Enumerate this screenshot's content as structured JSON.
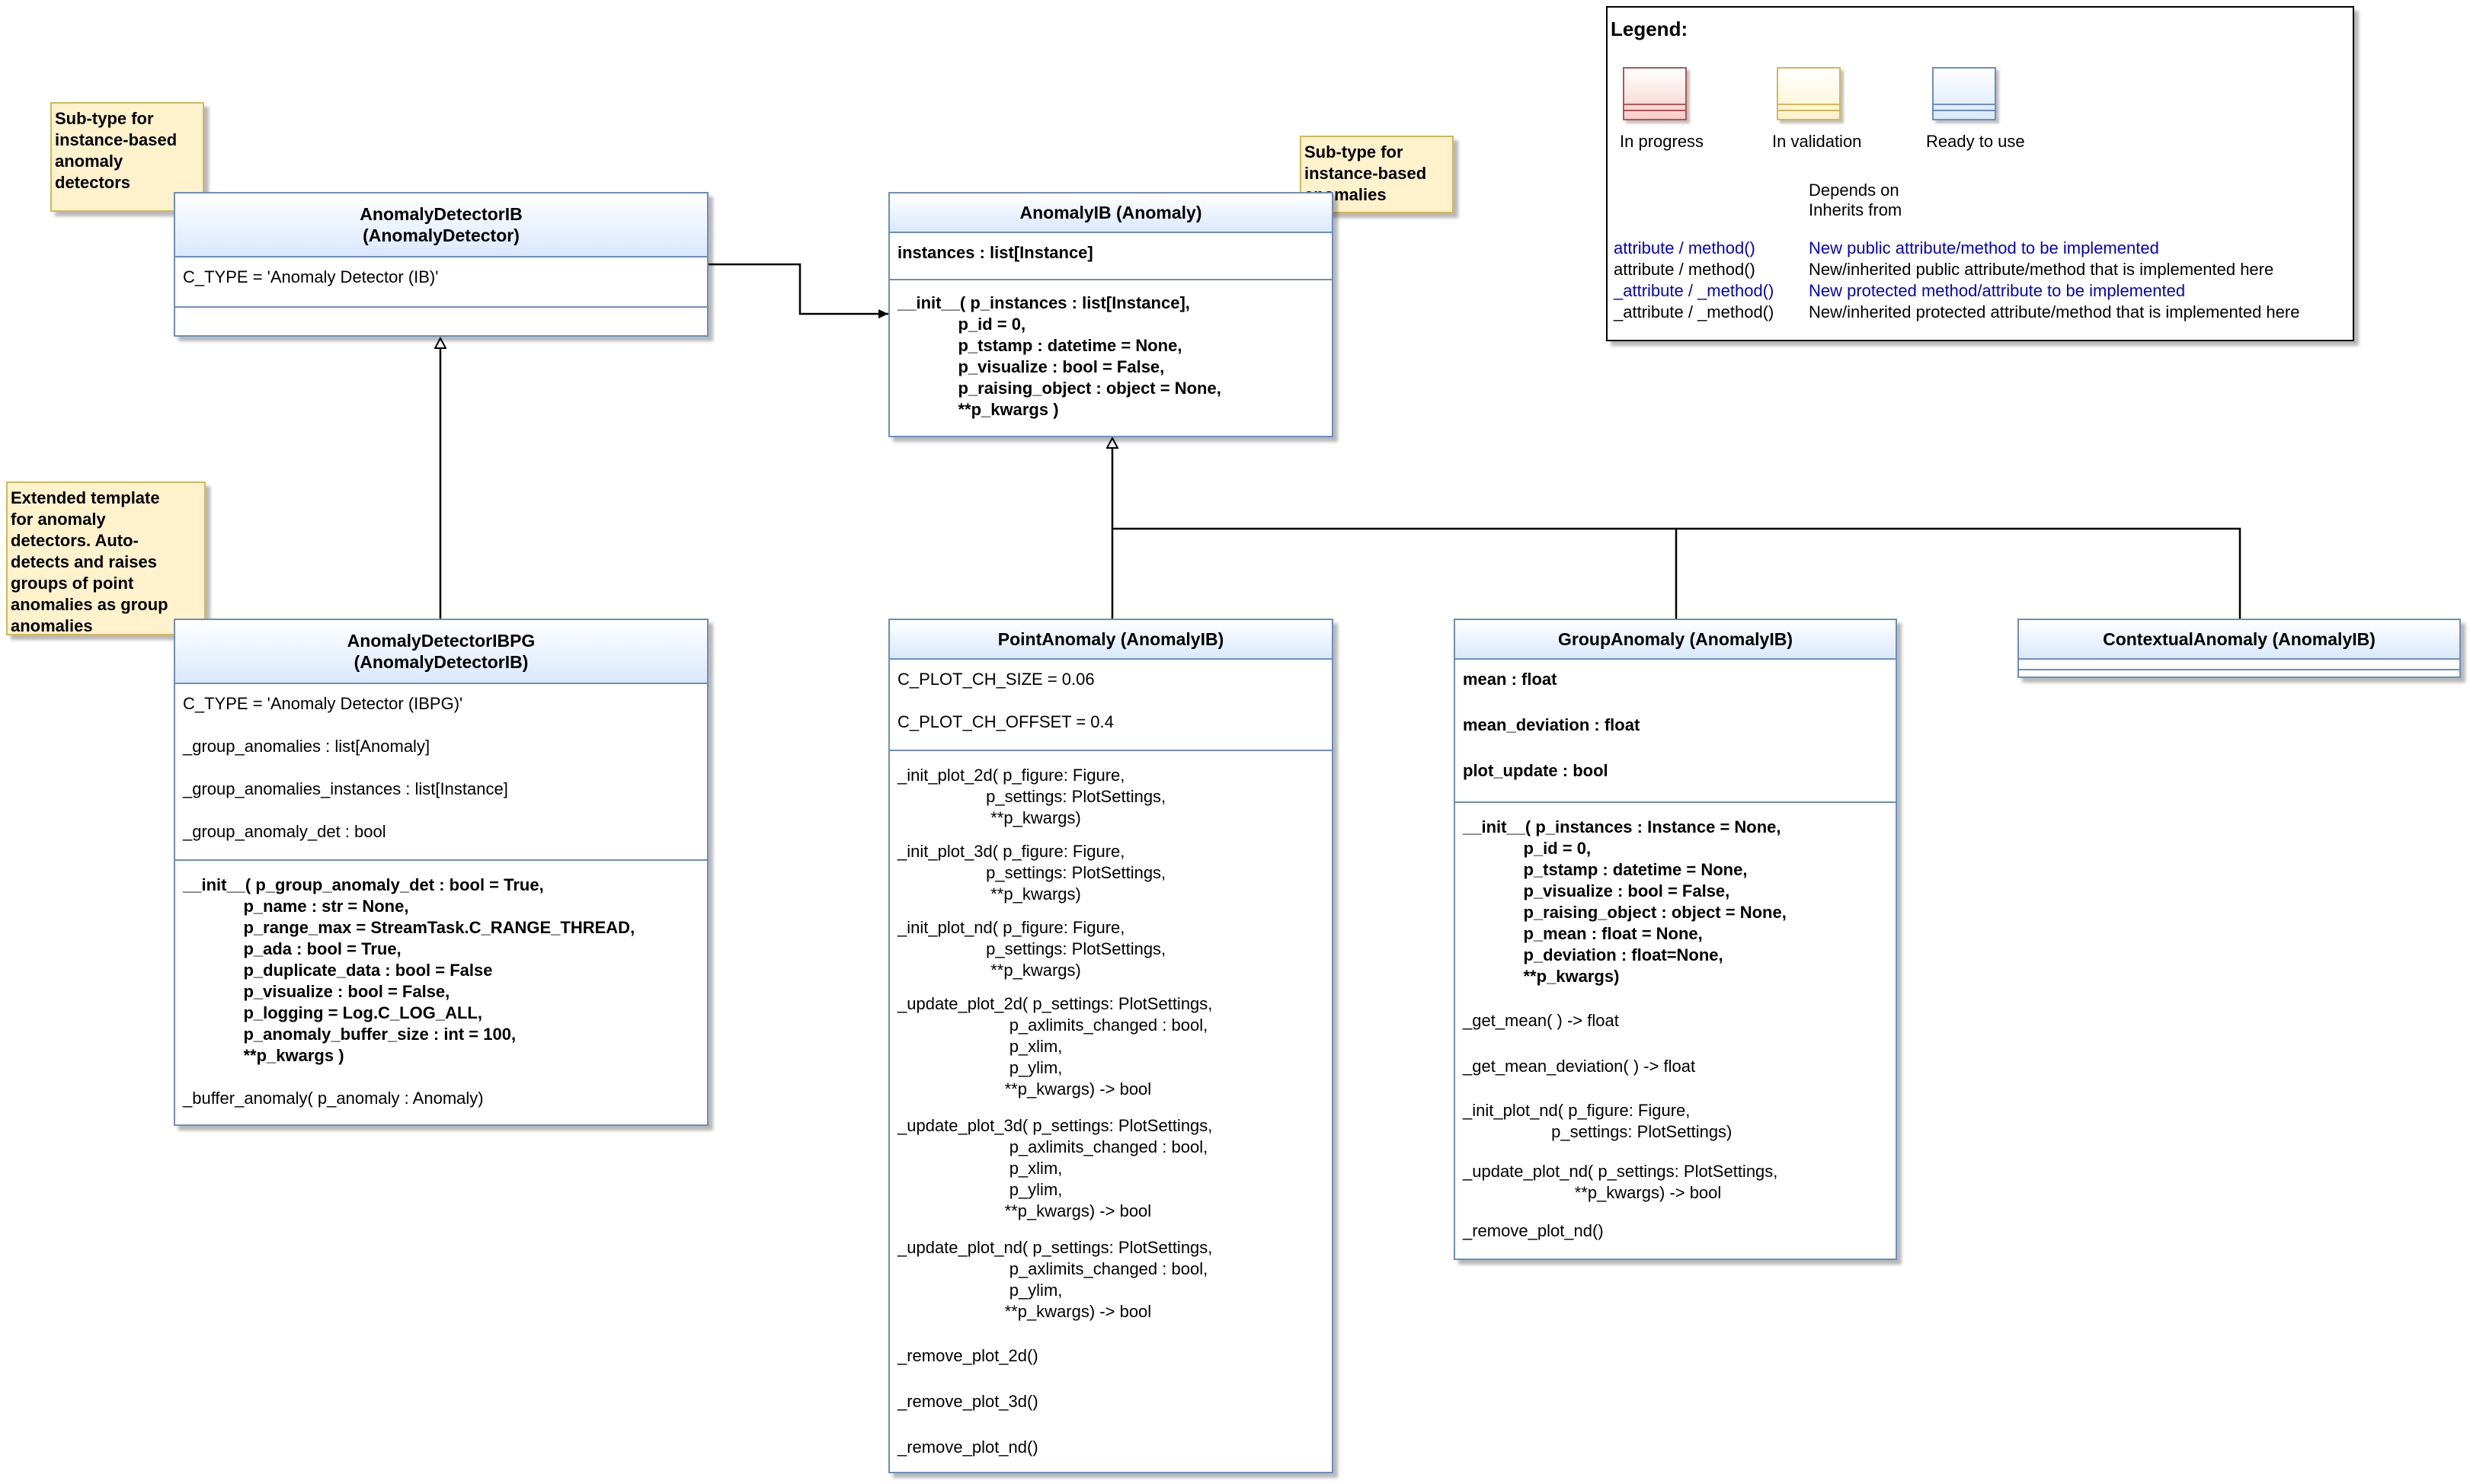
{
  "notes": {
    "note_detector": "Sub-type for\ninstance-based\nanomaly\ndetectors",
    "note_anomaly": "Sub-type for\ninstance-based\nanomalies",
    "note_ibpg": "Extended template\nfor anomaly\ndetectors. Auto-\ndetects and raises\ngroups of point\nanomalies as group\nanomalies"
  },
  "classes": {
    "detector_ib": {
      "name": "AnomalyDetectorIB",
      "parent": "(AnomalyDetector)",
      "attr_ctype": "C_TYPE = 'Anomaly Detector (IB)'"
    },
    "anomaly_ib": {
      "name": "AnomalyIB (Anomaly)",
      "attr_instances": "instances : list[Instance]",
      "init": "__init__( p_instances : list[Instance],\n             p_id = 0,\n             p_tstamp : datetime = None,\n             p_visualize : bool = False,\n             p_raising_object : object = None,\n             **p_kwargs )"
    },
    "detector_ibpg": {
      "name": "AnomalyDetectorIBPG",
      "parent": "(AnomalyDetectorIB)",
      "attr_ctype": "C_TYPE = 'Anomaly Detector (IBPG)'",
      "attr_group_anomalies": "_group_anomalies : list[Anomaly]",
      "attr_group_anomalies_instances": "_group_anomalies_instances : list[Instance]",
      "attr_group_anomaly_det": "_group_anomaly_det : bool",
      "init": "__init__( p_group_anomaly_det : bool = True,\n             p_name : str = None,\n             p_range_max = StreamTask.C_RANGE_THREAD,\n             p_ada : bool = True,\n             p_duplicate_data : bool = False\n             p_visualize : bool = False,\n             p_logging = Log.C_LOG_ALL,\n             p_anomaly_buffer_size : int = 100,\n             **p_kwargs )",
      "method_buffer": "_buffer_anomaly( p_anomaly : Anomaly)"
    },
    "point_anomaly": {
      "name": "PointAnomaly (AnomalyIB)",
      "attr_size": "C_PLOT_CH_SIZE = 0.06",
      "attr_offset": "C_PLOT_CH_OFFSET = 0.4",
      "m_init_2d": "_init_plot_2d( p_figure: Figure,\n                   p_settings: PlotSettings,\n                    **p_kwargs)",
      "m_init_3d": "_init_plot_3d( p_figure: Figure,\n                   p_settings: PlotSettings,\n                    **p_kwargs)",
      "m_init_nd": "_init_plot_nd( p_figure: Figure,\n                   p_settings: PlotSettings,\n                    **p_kwargs)",
      "m_update_2d": "_update_plot_2d( p_settings: PlotSettings,\n                        p_axlimits_changed : bool,\n                        p_xlim,\n                        p_ylim,\n                       **p_kwargs) -> bool",
      "m_update_3d": "_update_plot_3d( p_settings: PlotSettings,\n                        p_axlimits_changed : bool,\n                        p_xlim,\n                        p_ylim,\n                       **p_kwargs) -> bool",
      "m_update_nd": "_update_plot_nd( p_settings: PlotSettings,\n                        p_axlimits_changed : bool,\n                        p_ylim,\n                       **p_kwargs) -> bool",
      "m_remove_2d": "_remove_plot_2d()",
      "m_remove_3d": "_remove_plot_3d()",
      "m_remove_nd": "_remove_plot_nd()"
    },
    "group_anomaly": {
      "name": "GroupAnomaly (AnomalyIB)",
      "attr_mean": "mean : float",
      "attr_mean_dev": "mean_deviation : float",
      "attr_plot_update": "plot_update : bool",
      "init": "__init__( p_instances : Instance = None,\n             p_id = 0,\n             p_tstamp : datetime = None,\n             p_visualize : bool = False,\n             p_raising_object : object = None,\n             p_mean : float = None,\n             p_deviation : float=None,\n             **p_kwargs)",
      "m_get_mean": "_get_mean( ) -> float",
      "m_get_mean_dev": "_get_mean_deviation( ) -> float",
      "m_init_nd": "_init_plot_nd( p_figure: Figure,\n                   p_settings: PlotSettings)",
      "m_update_nd": "_update_plot_nd( p_settings: PlotSettings,\n                        **p_kwargs) -> bool",
      "m_remove_nd": "_remove_plot_nd()"
    },
    "contextual_anomaly": {
      "name": "ContextualAnomaly (AnomalyIB)"
    }
  },
  "legend": {
    "title": "Legend:",
    "status_in_progress": "In progress",
    "status_in_validation": "In validation",
    "status_ready": "Ready to use",
    "colors": {
      "in_progress": "#f8cecc",
      "in_validation": "#fff2cc",
      "ready": "#dae8fc",
      "new_item": "#0000cc"
    },
    "depends_on": "Depends on",
    "inherits_from": "Inherits from",
    "rows": [
      {
        "left": "attribute / method()",
        "right": "New public attribute/method to be implemented"
      },
      {
        "left": "attribute / method()",
        "right": "New/inherited public attribute/method that is implemented here"
      },
      {
        "left": "_attribute / _method()",
        "right": "New protected method/attribute to be implemented"
      },
      {
        "left": "_attribute / _method()",
        "right": "New/inherited protected attribute/method that is implemented here"
      }
    ]
  }
}
